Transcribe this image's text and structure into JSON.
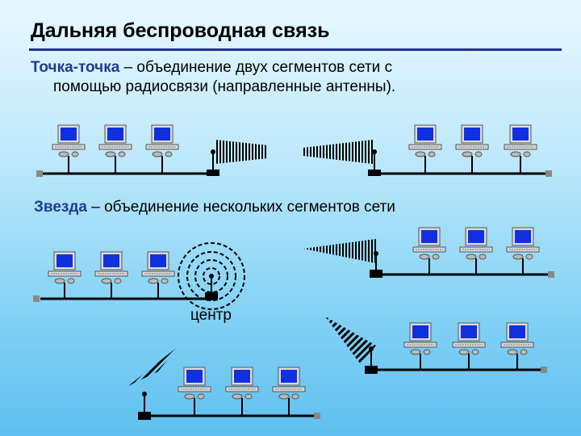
{
  "title": "Дальняя беспроводная связь",
  "point_to_point": {
    "term": "Точка-точка",
    "rest_line1": " – объединение двух сегментов сети с",
    "line2": "помощью радиосвязи (направленные антенны)."
  },
  "star": {
    "term": "Звезда",
    "rest": " – объединение нескольких сегментов сети"
  },
  "center_label": "центр",
  "colors": {
    "accent": "#1f3c8f",
    "rule": "#1f2f8f",
    "screen": "#1030e0"
  }
}
